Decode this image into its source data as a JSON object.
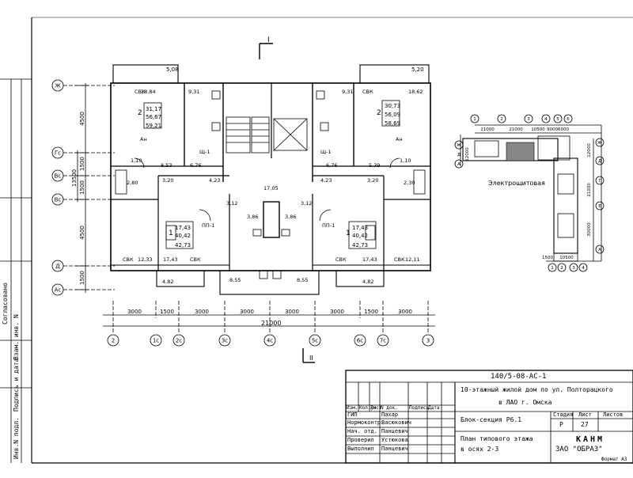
{
  "plan": {
    "section_mark": "I",
    "section_mark_bottom": "II",
    "left_axes": [
      "Ж",
      "Гс",
      "Вс",
      "Вс",
      "Д",
      "Ас"
    ],
    "bottom_axes": [
      "2",
      "1с",
      "2с",
      "3с",
      "4с",
      "5с",
      "6с",
      "7с",
      "3"
    ],
    "left_dims": [
      "4500",
      "1500",
      "1500",
      "13500",
      "4500",
      "1500"
    ],
    "bottom_dims": [
      "3000",
      "1500",
      "3000",
      "3000",
      "3000",
      "3000",
      "1500",
      "3000"
    ],
    "total_dim": "21000",
    "balcony_top_left": "5,08",
    "balcony_top_right": "5,20",
    "room_labels": [
      {
        "t": "СВК"
      },
      {
        "t": "18,84"
      },
      {
        "t": "9,31"
      },
      {
        "t": "9,31"
      },
      {
        "t": "СВК"
      },
      {
        "t": "18,62"
      },
      {
        "t": "8,53"
      },
      {
        "t": "6,76"
      },
      {
        "t": "6,76"
      },
      {
        "t": "5,39"
      },
      {
        "t": "3,20"
      },
      {
        "t": "4,23"
      },
      {
        "t": "17,05"
      },
      {
        "t": "4,23"
      },
      {
        "t": "3,20"
      },
      {
        "t": "2,80"
      },
      {
        "t": "2,30"
      },
      {
        "t": "3,12"
      },
      {
        "t": "3,12"
      },
      {
        "t": "3,86"
      },
      {
        "t": "3,86"
      },
      {
        "t": "СВК"
      },
      {
        "t": "12,33"
      },
      {
        "t": "17,43"
      },
      {
        "t": "СВК"
      },
      {
        "t": "СВК"
      },
      {
        "t": "17,43"
      },
      {
        "t": "СВК"
      },
      {
        "t": "12,11"
      },
      {
        "t": "4,82"
      },
      {
        "t": "4,82"
      },
      {
        "t": "8,55"
      },
      {
        "t": "8,55"
      },
      {
        "t": "Ан"
      },
      {
        "t": "Ан"
      },
      {
        "t": "ПП-1"
      },
      {
        "t": "ПП-1"
      },
      {
        "t": "1,10"
      },
      {
        "t": "1,10"
      },
      {
        "t": "Щ-1"
      },
      {
        "t": "Щ-1"
      }
    ],
    "apt_left": {
      "num": "2",
      "a": "31,17",
      "b": "56,67",
      "c": "59,21"
    },
    "apt_right": {
      "num": "2",
      "a": "30,73",
      "b": "56,09",
      "c": "58,69"
    },
    "apt_bl": {
      "num": "1",
      "a": "17,43",
      "b": "40,42",
      "c": "42,73"
    },
    "apt_br": {
      "num": "1",
      "a": "17,43",
      "b": "40,42",
      "c": "42,73"
    }
  },
  "keyplan": {
    "top_dims": [
      "21000",
      "21000",
      "10500",
      "9000",
      "6000"
    ],
    "bottom_dims": [
      "1500",
      "10500"
    ],
    "left_dims": [
      "12000"
    ],
    "right_dims": [
      "30000",
      "21000",
      "12000"
    ],
    "label": "Электрощитовая",
    "axes_left": [
      "Ж",
      "Д",
      "А"
    ],
    "axes_top": [
      "1",
      "2",
      "3",
      "4",
      "5",
      "6"
    ],
    "axes_right": [
      "Ж",
      "Д",
      "Г",
      "Е",
      "А"
    ],
    "axes_bottom": [
      "1",
      "2",
      "3",
      "4"
    ]
  },
  "side_strip": {
    "agreed": "Согласовано",
    "inv": "Инв.N подл.",
    "sign": "Подпись и дата",
    "inv2": "Взам. инв. N"
  },
  "title_block": {
    "code": "140/5-08-АС-1",
    "project_line1": "10-этажный жилой дом по ул. Полторацкого",
    "project_line2": "в ЛАО г. Омска",
    "header_cols": [
      "Изм.",
      "Кол.уч",
      "Лист",
      "N док.",
      "Подпись",
      "Дата"
    ],
    "people": [
      {
        "role": "ГИП",
        "name": "Пахар"
      },
      {
        "role": "Нормоконтр.",
        "name": "Васюкович"
      },
      {
        "role": "Нач. отд.",
        "name": "Панцевич"
      },
      {
        "role": "Проверил",
        "name": "Устюкова"
      },
      {
        "role": "Выполнил",
        "name": "Панцевич"
      }
    ],
    "section_name": "Блок-секция Р6.1",
    "stage_label": "Стадия",
    "sheet_label": "Лист",
    "sheets_label": "Листов",
    "stage": "Р",
    "sheet": "27",
    "sheets": "",
    "drawing_line1": "План типового этажа",
    "drawing_line2": "в осях 2-3",
    "org_line1": "КАНМ",
    "org_line2": "ЗАО \"ОБРАЗ\"",
    "format": "Формат А3"
  }
}
